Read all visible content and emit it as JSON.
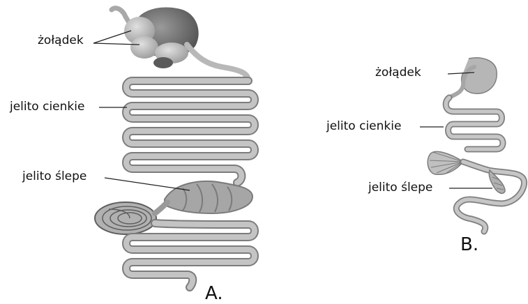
{
  "diagram_a": {
    "labels": {
      "stomach": "żołądek",
      "small_intestine": "jelito cienkie",
      "cecum": "jelito ślepe"
    },
    "caption": "A."
  },
  "diagram_b": {
    "labels": {
      "stomach": "żołądek",
      "small_intestine": "jelito cienkie",
      "cecum": "jelito ślepe"
    },
    "caption": "B."
  },
  "colors": {
    "organ_fill": "#bdbdbd",
    "organ_shadow": "#7c7c7c",
    "organ_dark": "#5a5a5a",
    "label_line": "#222222",
    "text": "#111111"
  }
}
